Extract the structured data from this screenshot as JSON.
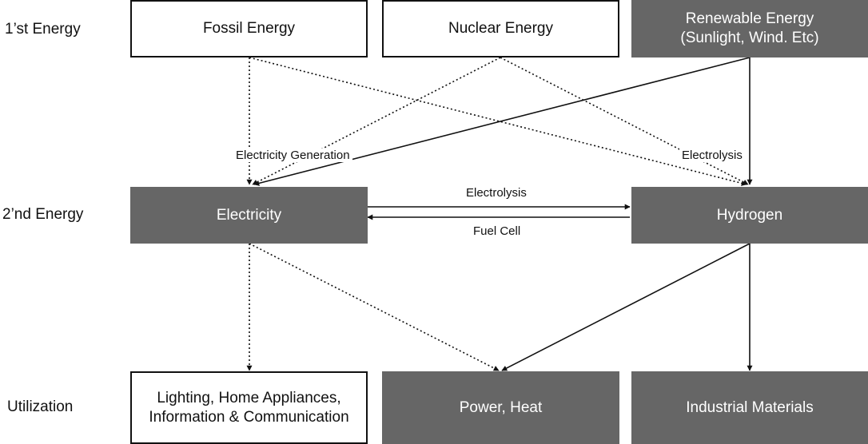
{
  "rows": {
    "first": "1’st Energy",
    "second": "2’nd Energy",
    "utilization": "Utilization"
  },
  "nodes": {
    "fossil": "Fossil Energy",
    "nuclear": "Nuclear Energy",
    "renewable": "Renewable Energy\n(Sunlight, Wind. Etc)",
    "electricity": "Electricity",
    "hydrogen": "Hydrogen",
    "lighting": "Lighting, Home Appliances,\nInformation & Communication",
    "power_heat": "Power, Heat",
    "industrial": "Industrial Materials"
  },
  "edge_labels": {
    "electricity_generation": "Electricity Generation",
    "electrolysis_top": "Electrolysis",
    "electrolysis_mid": "Electrolysis",
    "fuel_cell": "Fuel Cell"
  },
  "colors": {
    "dark_box": "#666666",
    "light_box": "#ffffff",
    "line": "#111111"
  }
}
